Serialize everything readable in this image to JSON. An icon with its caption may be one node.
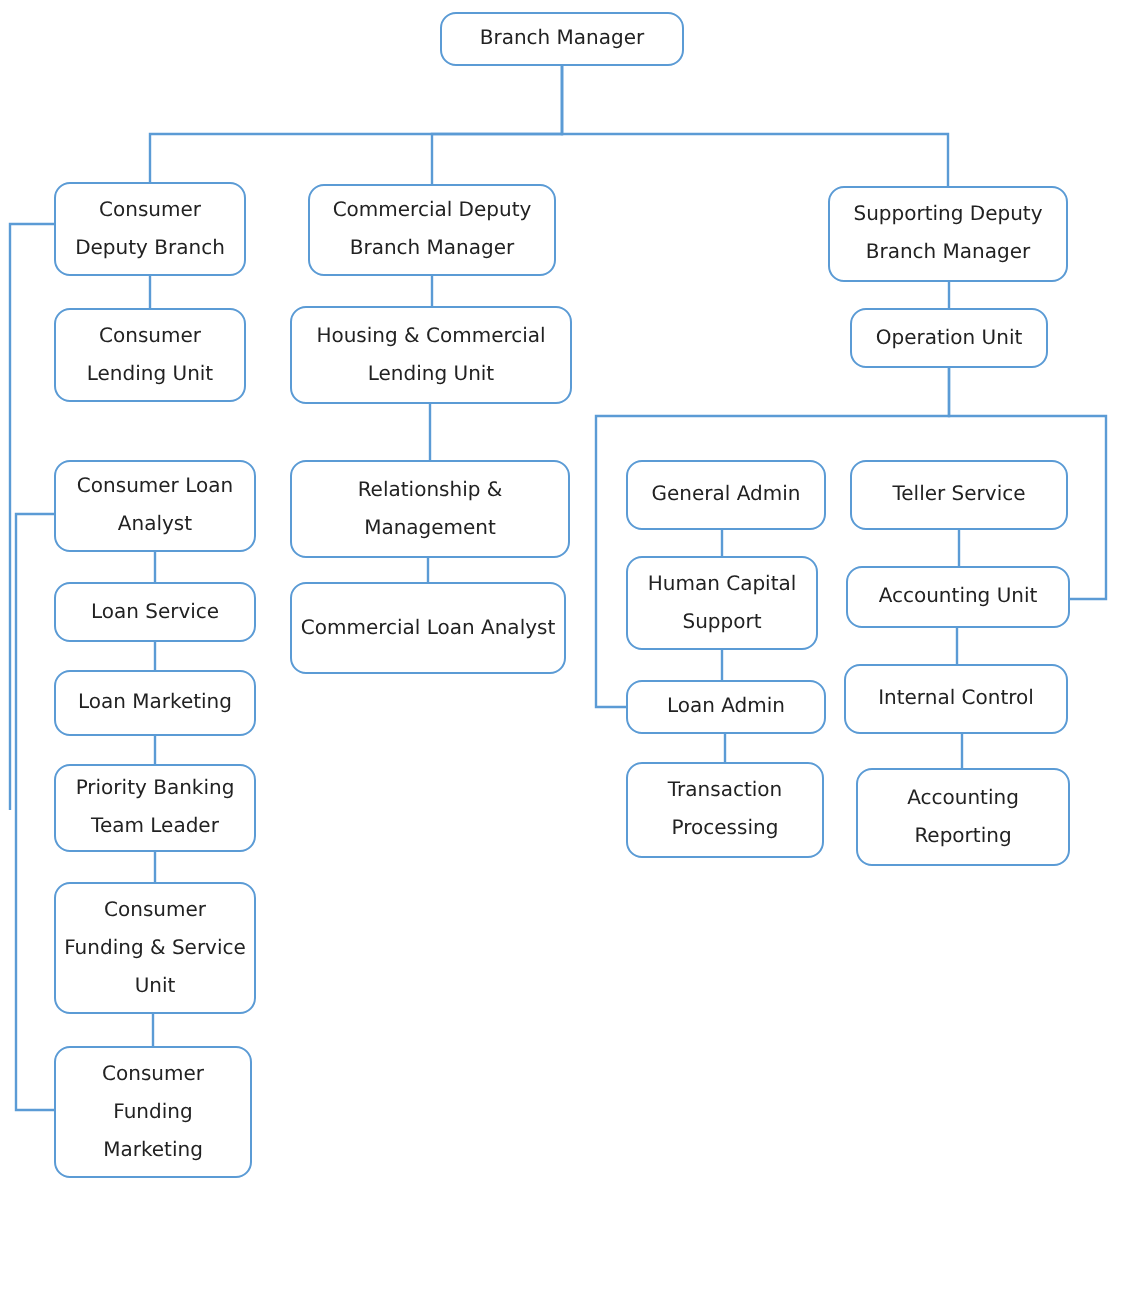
{
  "diagram": {
    "nodes": [
      {
        "text": [
          "Branch Manager"
        ]
      },
      {
        "text": [
          "Consumer Deputy Branch"
        ]
      },
      {
        "text": [
          "Commercial Deputy Branch Manager"
        ]
      },
      {
        "text": [
          "Supporting Deputy Branch Manager"
        ]
      },
      {
        "text": [
          "Consumer Lending Unit"
        ]
      },
      {
        "text": [
          "Housing & Commercial Lending Unit"
        ]
      },
      {
        "text": [
          "Operation Unit"
        ]
      },
      {
        "text": [
          "Consumer Loan Analyst"
        ]
      },
      {
        "text": [
          "General Admin"
        ]
      },
      {
        "text": [
          "Teller Service"
        ]
      },
      {
        "text": [
          "Relationship & Management"
        ]
      },
      {
        "text": [
          "Loan Service"
        ]
      },
      {
        "text": [
          "Human Capital Support"
        ]
      },
      {
        "text": [
          "Accounting Unit"
        ]
      },
      {
        "text": [
          "Commercial Loan Analyst"
        ]
      },
      {
        "text": [
          "Loan Marketing"
        ]
      },
      {
        "text": [
          "Loan Admin"
        ]
      },
      {
        "text": [
          "Internal Control"
        ]
      },
      {
        "text": [
          "Priority Banking Team Leader"
        ]
      },
      {
        "text": [
          "Transaction Processing"
        ]
      },
      {
        "text": [
          "Accounting Reporting"
        ]
      },
      {
        "text": [
          "Consumer Funding & Service Unit"
        ]
      },
      {
        "text": [
          "Consumer Funding Marketing"
        ]
      }
    ],
    "edges": [
      {
        "from": 0,
        "to": 1,
        "arrow": "none"
      },
      {
        "from": 0,
        "to": 2,
        "arrow": "none"
      },
      {
        "from": 0,
        "to": 3,
        "arrow": "none"
      },
      {
        "from": 1,
        "to": 4,
        "arrow": "none"
      },
      {
        "from": 2,
        "to": 5,
        "arrow": "none"
      },
      {
        "from": 3,
        "to": 6,
        "arrow": "none"
      },
      {
        "from": 1,
        "to": null,
        "arrow": "none"
      },
      {
        "from": 7,
        "to": 11,
        "arrow": "none"
      },
      {
        "from": 5,
        "to": 10,
        "arrow": "none"
      },
      {
        "from": 6,
        "to": 16,
        "arrow": "none"
      },
      {
        "from": 6,
        "to": 13,
        "arrow": "none"
      },
      {
        "from": 8,
        "to": 12,
        "arrow": "none"
      },
      {
        "from": 9,
        "to": 13,
        "arrow": "none"
      },
      {
        "from": 10,
        "to": 14,
        "arrow": "none"
      },
      {
        "from": 11,
        "to": 15,
        "arrow": "none"
      },
      {
        "from": 12,
        "to": 16,
        "arrow": "none"
      },
      {
        "from": 13,
        "to": 17,
        "arrow": "none"
      },
      {
        "from": 15,
        "to": 18,
        "arrow": "none"
      },
      {
        "from": 16,
        "to": 19,
        "arrow": "none"
      },
      {
        "from": 17,
        "to": 20,
        "arrow": "none"
      },
      {
        "from": 18,
        "to": 21,
        "arrow": "none"
      },
      {
        "from": 21,
        "to": 22,
        "arrow": "none"
      },
      {
        "from": 7,
        "to": 22,
        "arrow": "none"
      }
    ]
  }
}
